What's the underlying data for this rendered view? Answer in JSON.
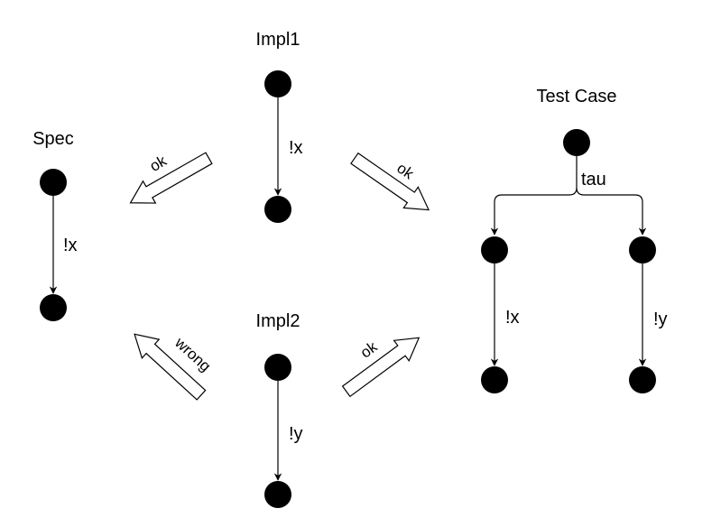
{
  "titles": {
    "spec": "Spec",
    "impl1": "Impl1",
    "impl2": "Impl2",
    "test_case": "Test Case"
  },
  "edge_labels": {
    "spec_x": "!x",
    "impl1_x": "!x",
    "impl2_y": "!y",
    "test_tau": "tau",
    "test_x": "!x",
    "test_y": "!y"
  },
  "relations": {
    "impl1_to_spec": "ok",
    "impl1_to_test": "ok",
    "impl2_to_spec": "wrong",
    "impl2_to_test": "ok"
  }
}
